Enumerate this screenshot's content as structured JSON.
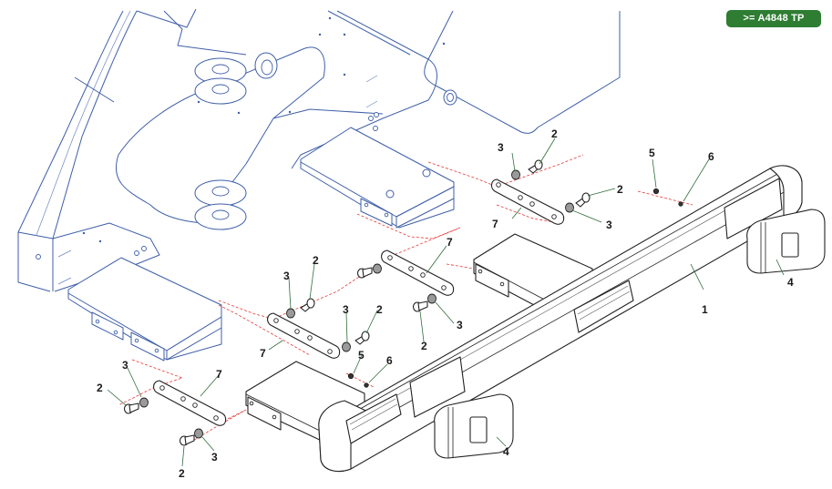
{
  "badge": {
    "label": ">= A4848 TP",
    "color": "#2e7d32"
  },
  "colors": {
    "frame_outline": "#3f5fa8",
    "part_outline": "#222222",
    "centerline": "#e53935",
    "leader": "#2e6b3a"
  },
  "parts": [
    {
      "number": "1",
      "name": "bumper"
    },
    {
      "number": "2",
      "name": "bolt"
    },
    {
      "number": "3",
      "name": "washer"
    },
    {
      "number": "4",
      "name": "light"
    },
    {
      "number": "5",
      "name": "nut"
    },
    {
      "number": "6",
      "name": "washer-small"
    },
    {
      "number": "7",
      "name": "link-plate"
    }
  ],
  "callouts": {
    "c1": "1",
    "c2a": "2",
    "c2b": "2",
    "c2c": "2",
    "c2d": "2",
    "c2e": "2",
    "c2f": "2",
    "c2g": "2",
    "c3a": "3",
    "c3b": "3",
    "c3c": "3",
    "c3d": "3",
    "c3e": "3",
    "c3f": "3",
    "c3g": "3",
    "c4a": "4",
    "c4b": "4",
    "c5a": "5",
    "c5b": "5",
    "c6a": "6",
    "c6b": "6",
    "c7a": "7",
    "c7b": "7",
    "c7c": "7",
    "c7d": "7"
  }
}
